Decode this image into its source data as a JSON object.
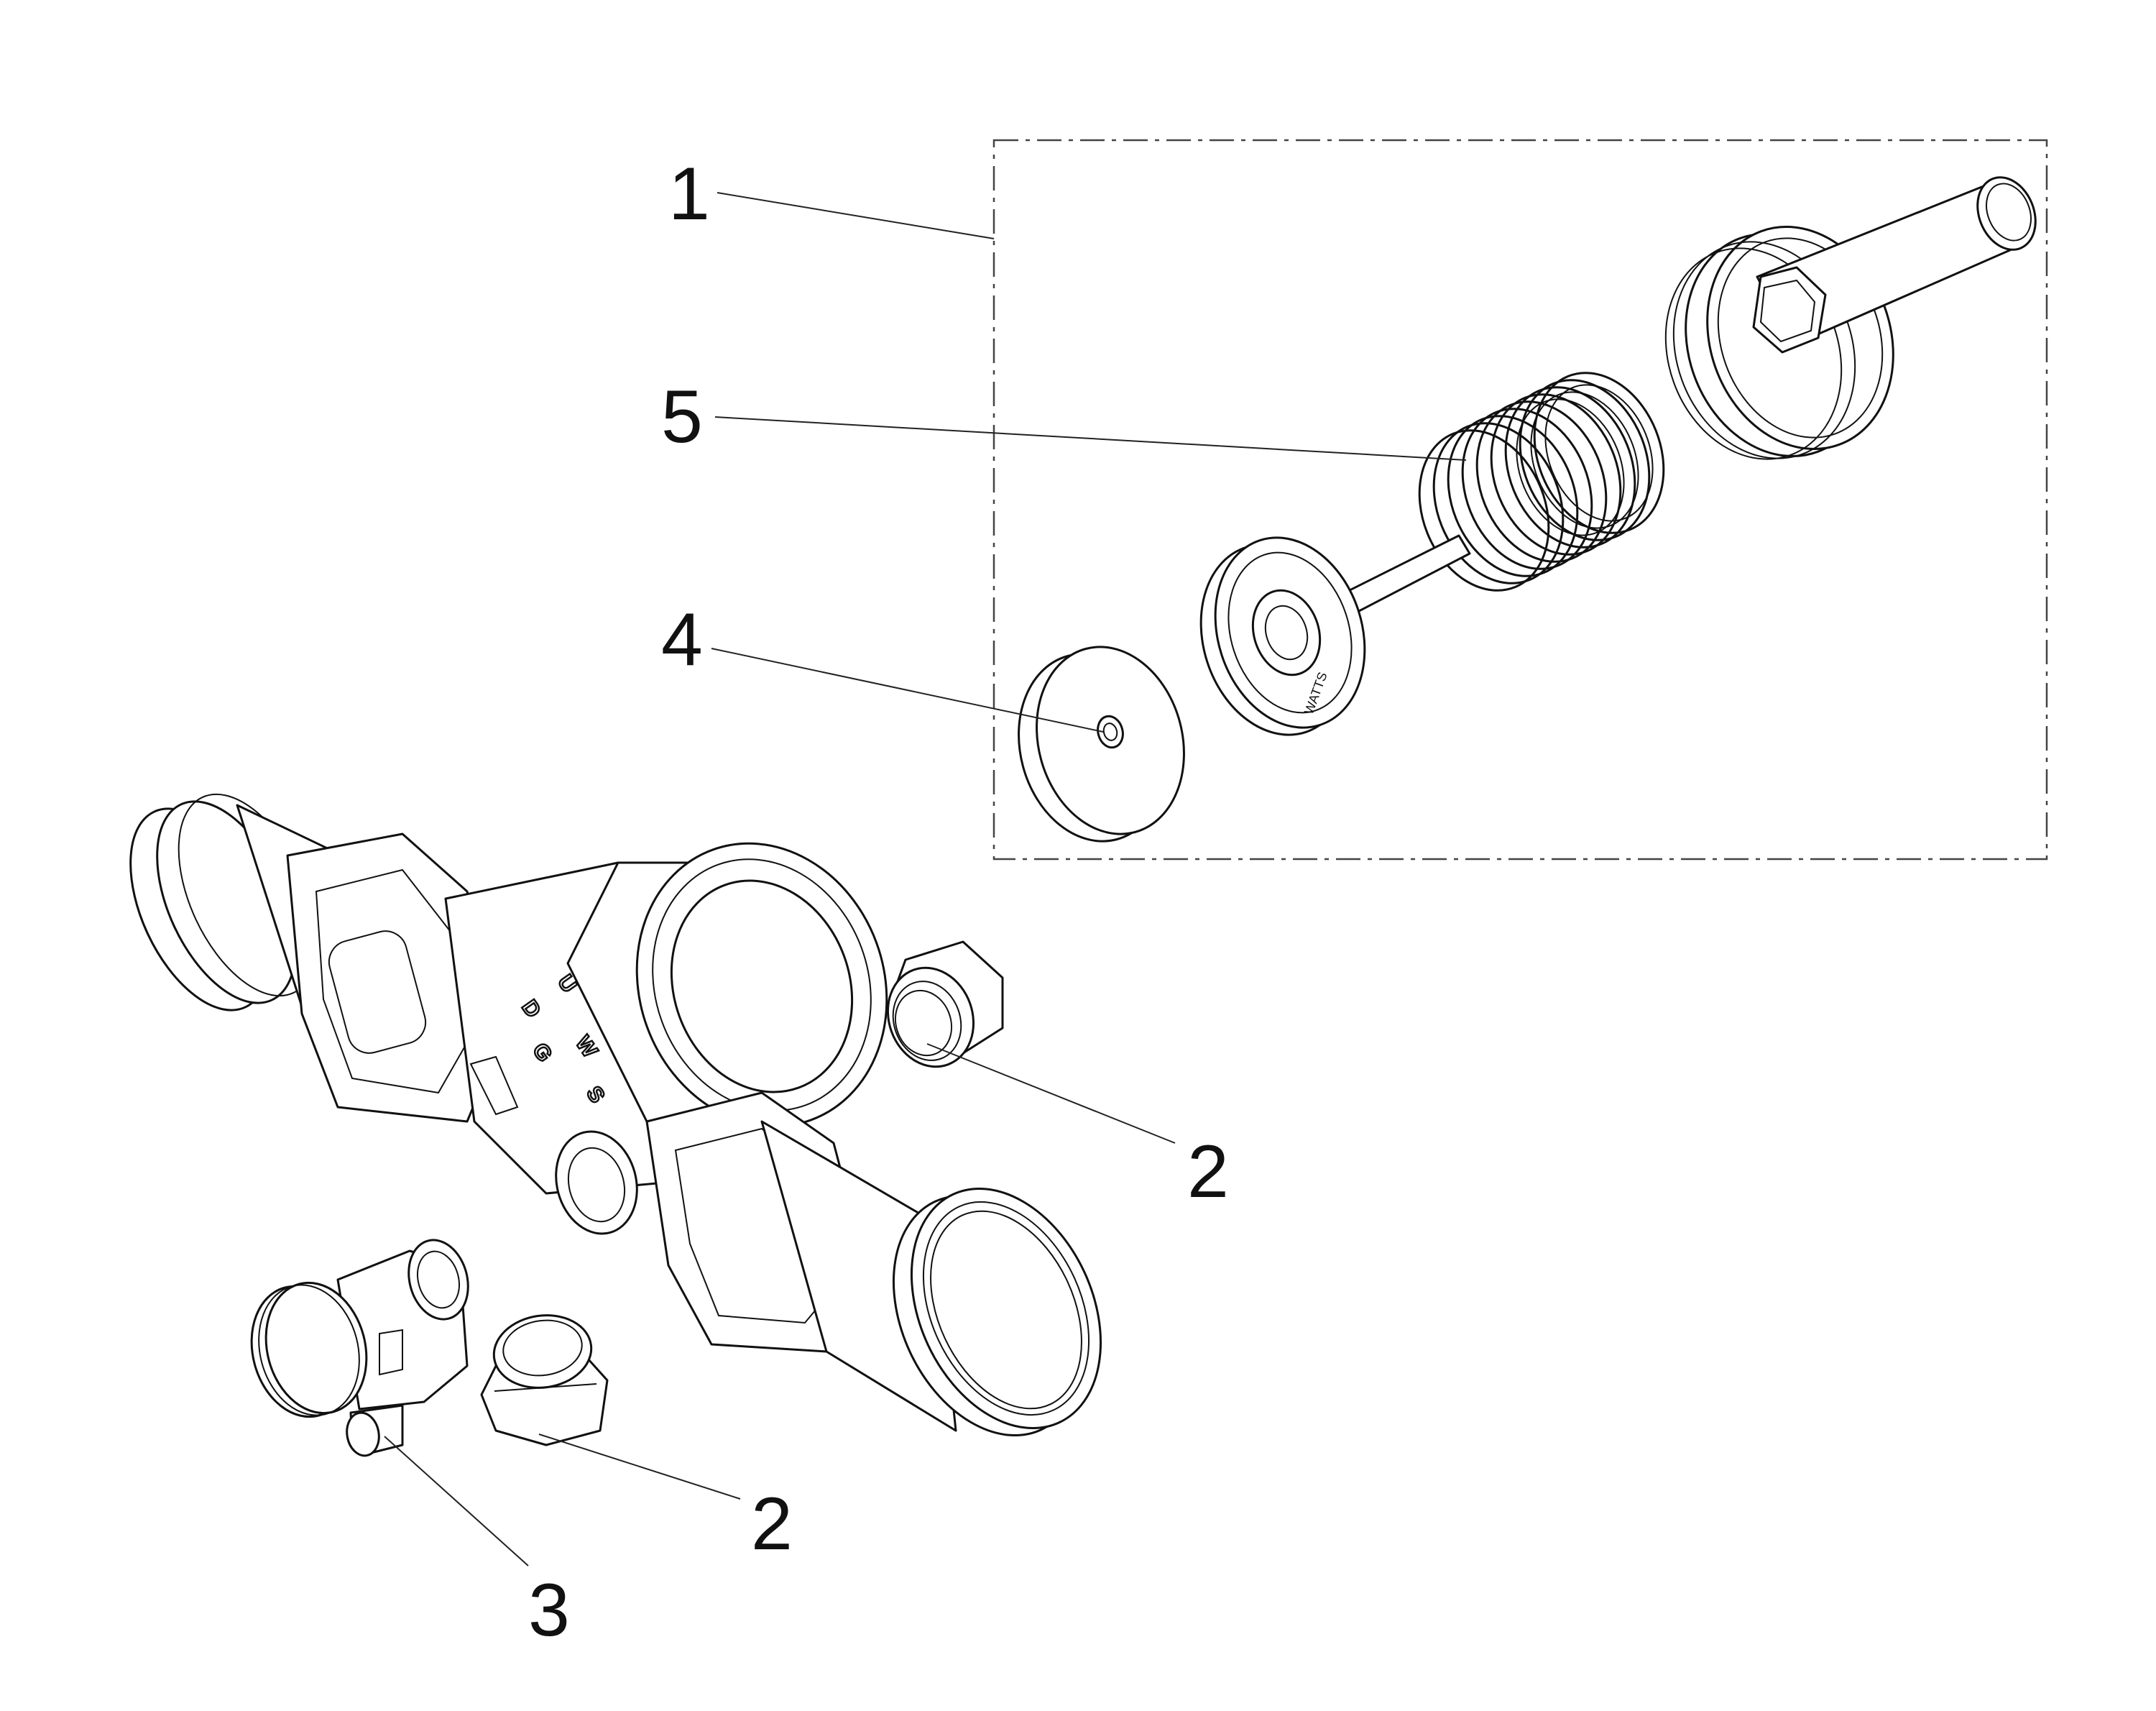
{
  "callouts": [
    {
      "id": "1",
      "label": "1"
    },
    {
      "id": "5",
      "label": "5"
    },
    {
      "id": "4",
      "label": "4"
    },
    {
      "id": "2a",
      "label": "2"
    },
    {
      "id": "2b",
      "label": "2"
    },
    {
      "id": "3",
      "label": "3"
    }
  ],
  "labels": {
    "spring_seat_marking": "WATTS",
    "body_marking": [
      "D",
      "U",
      "G",
      "W",
      "S"
    ]
  }
}
